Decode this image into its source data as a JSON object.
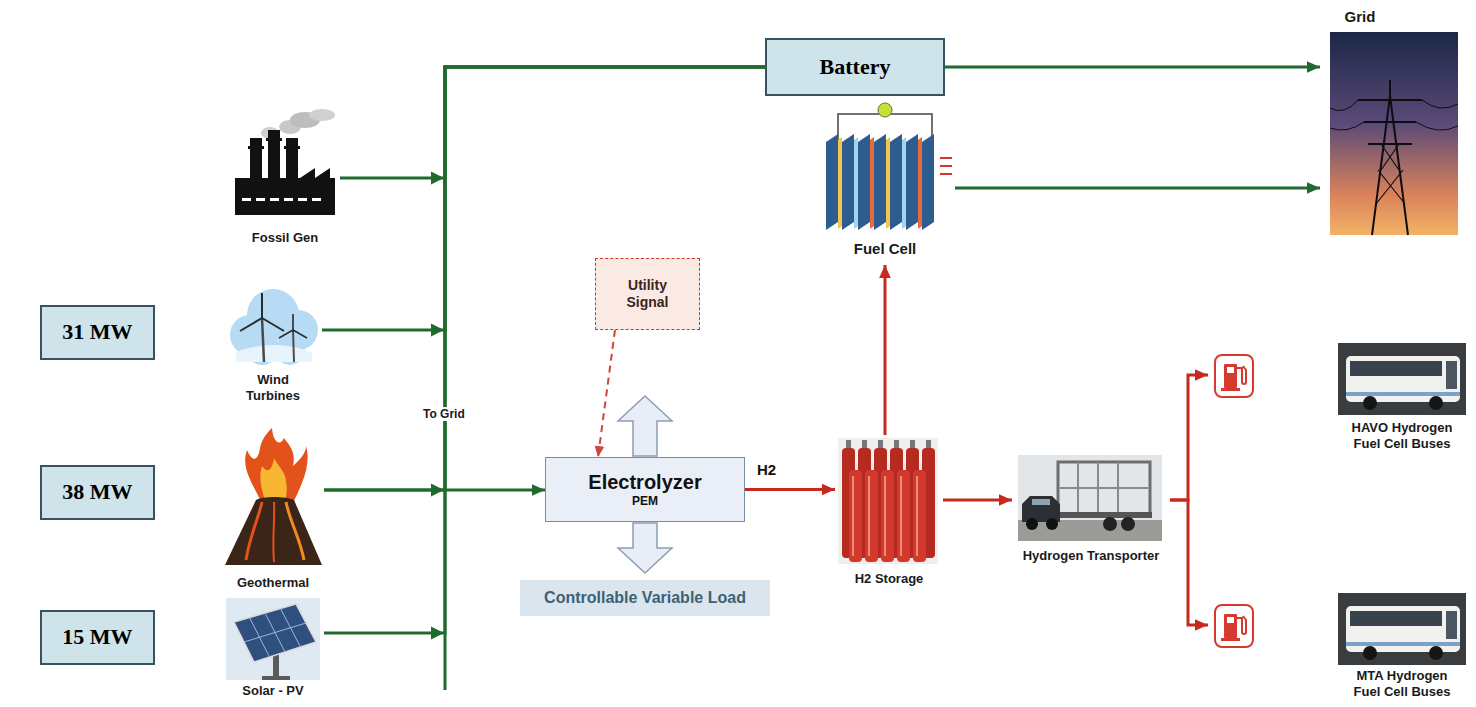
{
  "diagram": {
    "nodes": [
      {
        "text": [
          "Battery"
        ]
      },
      {
        "text": [
          "Grid"
        ]
      },
      {
        "text": [
          "Fossil Gen"
        ]
      },
      {
        "text": [
          "Fuel Cell"
        ]
      },
      {
        "text": [
          "Utility Signal"
        ]
      },
      {
        "text": [
          "31 MW"
        ]
      },
      {
        "text": [
          "Wind Turbines"
        ]
      },
      {
        "text": [
          "Electrolyzer",
          "PEM"
        ]
      },
      {
        "text": [
          "H2 Storage"
        ]
      },
      {
        "text": [
          "Hydrogen Transporter"
        ]
      },
      {
        "text": [
          "HAVO Hydrogen Fuel Cell Buses"
        ]
      },
      {
        "text": [
          "38 MW"
        ]
      },
      {
        "text": [
          "Geothermal"
        ]
      },
      {
        "text": [
          "Controllable Variable Load"
        ]
      },
      {
        "text": [
          "MTA Hydrogen Fuel Cell Buses"
        ]
      },
      {
        "text": [
          "15 MW"
        ]
      },
      {
        "text": [
          "Solar - PV"
        ]
      }
    ],
    "edges": [
      {
        "from": 2,
        "to": 0,
        "arrow": "to"
      },
      {
        "from": 6,
        "to": 0,
        "arrow": "to"
      },
      {
        "from": 12,
        "to": 0,
        "arrow": "to"
      },
      {
        "from": 16,
        "to": 0,
        "arrow": "to"
      },
      {
        "from": 12,
        "to": 7,
        "arrow": "to"
      },
      {
        "from": 4,
        "to": 7,
        "arrow": "to"
      },
      {
        "from": 0,
        "to": 1,
        "arrow": "to"
      },
      {
        "from": 3,
        "to": 1,
        "arrow": "to"
      },
      {
        "from": 7,
        "to": 8,
        "label": "H2",
        "arrow": "to"
      },
      {
        "from": 8,
        "to": 3,
        "arrow": "to"
      },
      {
        "from": 8,
        "to": 9,
        "arrow": "to"
      },
      {
        "from": 9,
        "to": 10,
        "arrow": "to"
      },
      {
        "from": 9,
        "to": 14,
        "arrow": "to"
      }
    ],
    "labels": [
      "To Grid"
    ]
  }
}
